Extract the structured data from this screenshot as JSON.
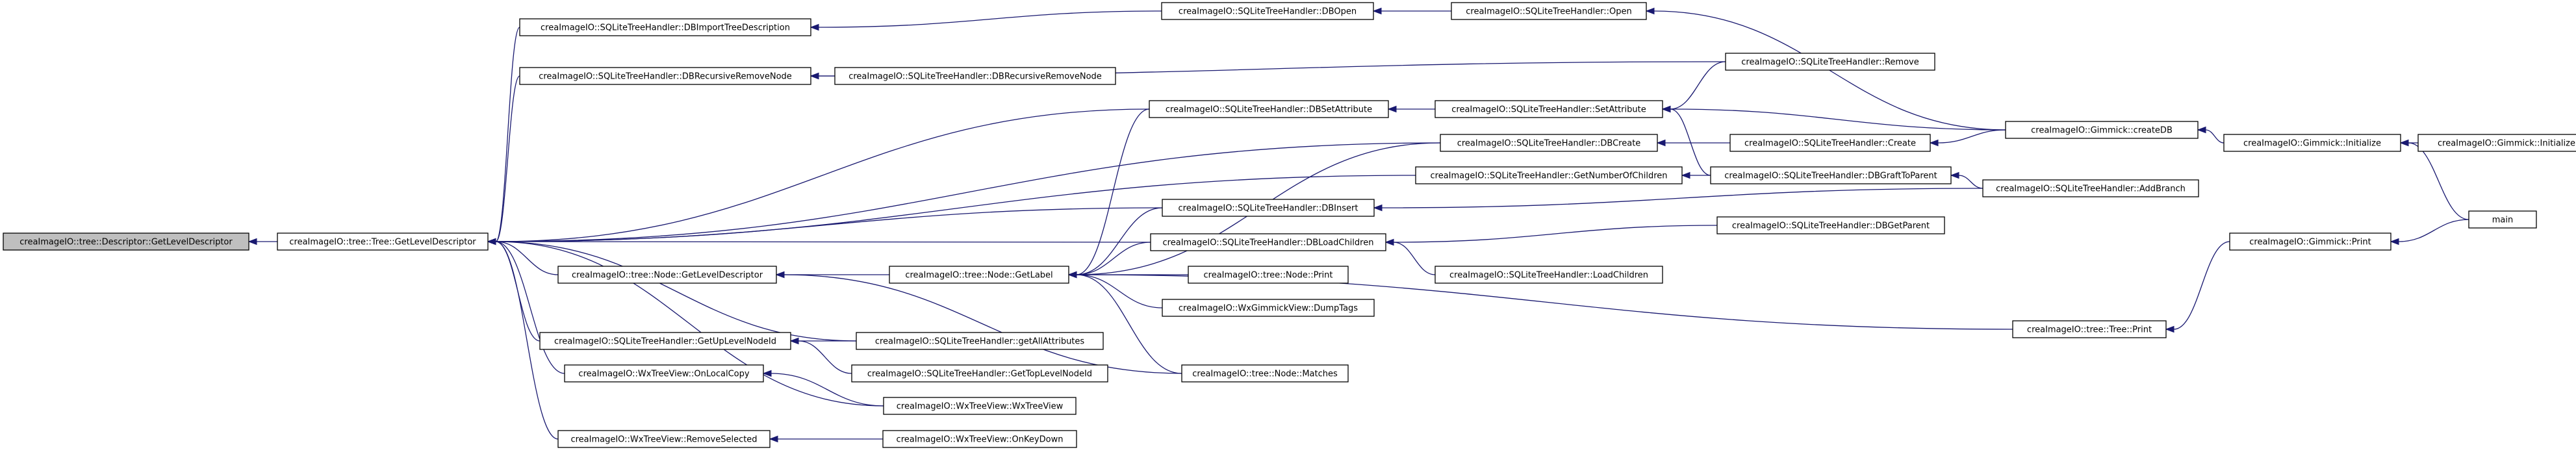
{
  "graph": {
    "colors": {
      "edge": "#191970",
      "node_border": "#000000",
      "root_fill": "#bfbfbf",
      "node_fill": "#ffffff"
    },
    "nodes": [
      {
        "id": "n0",
        "label": "creaImageIO::tree::Descriptor::GetLevelDescriptor",
        "root": true
      },
      {
        "id": "n1",
        "label": "creaImageIO::tree::Tree::GetLevelDescriptor"
      },
      {
        "id": "n2",
        "label": "creaImageIO::SQLiteTreeHandler::DBImportTreeDescription"
      },
      {
        "id": "n3",
        "label": "creaImageIO::SQLiteTreeHandler::DBRecursiveRemoveNode"
      },
      {
        "id": "n4",
        "label": "creaImageIO::SQLiteTreeHandler::DBRecursiveRemoveNode"
      },
      {
        "id": "n5",
        "label": "creaImageIO::SQLiteTreeHandler::DBOpen"
      },
      {
        "id": "n6",
        "label": "creaImageIO::SQLiteTreeHandler::Open"
      },
      {
        "id": "n7",
        "label": "creaImageIO::SQLiteTreeHandler::Remove"
      },
      {
        "id": "n8",
        "label": "creaImageIO::SQLiteTreeHandler::DBSetAttribute"
      },
      {
        "id": "n9",
        "label": "creaImageIO::SQLiteTreeHandler::SetAttribute"
      },
      {
        "id": "n10",
        "label": "creaImageIO::Gimmick::createDB"
      },
      {
        "id": "n11",
        "label": "creaImageIO::Gimmick::Initialize"
      },
      {
        "id": "n12",
        "label": "creaImageIO::Gimmick::Initialize"
      },
      {
        "id": "n13",
        "label": "creaImageIO::SQLiteTreeHandler::DBCreate"
      },
      {
        "id": "n14",
        "label": "creaImageIO::SQLiteTreeHandler::Create"
      },
      {
        "id": "n15",
        "label": "creaImageIO::SQLiteTreeHandler::GetNumberOfChildren"
      },
      {
        "id": "n16",
        "label": "creaImageIO::SQLiteTreeHandler::DBGraftToParent"
      },
      {
        "id": "n17",
        "label": "creaImageIO::SQLiteTreeHandler::DBInsert"
      },
      {
        "id": "n18",
        "label": "creaImageIO::SQLiteTreeHandler::AddBranch"
      },
      {
        "id": "n19",
        "label": "main"
      },
      {
        "id": "n20",
        "label": "creaImageIO::SQLiteTreeHandler::DBLoadChildren"
      },
      {
        "id": "n21",
        "label": "creaImageIO::SQLiteTreeHandler::DBGetParent"
      },
      {
        "id": "n22",
        "label": "creaImageIO::Gimmick::Print"
      },
      {
        "id": "n23",
        "label": "creaImageIO::tree::Node::GetLevelDescriptor"
      },
      {
        "id": "n24",
        "label": "creaImageIO::tree::Node::GetLabel"
      },
      {
        "id": "n25",
        "label": "creaImageIO::tree::Node::Print"
      },
      {
        "id": "n26",
        "label": "creaImageIO::SQLiteTreeHandler::LoadChildren"
      },
      {
        "id": "n27",
        "label": "creaImageIO::WxGimmickView::DumpTags"
      },
      {
        "id": "n28",
        "label": "creaImageIO::tree::Tree::Print"
      },
      {
        "id": "n29",
        "label": "creaImageIO::SQLiteTreeHandler::GetUpLevelNodeId"
      },
      {
        "id": "n30",
        "label": "creaImageIO::SQLiteTreeHandler::getAllAttributes"
      },
      {
        "id": "n31",
        "label": "creaImageIO::tree::Node::Matches"
      },
      {
        "id": "n32",
        "label": "creaImageIO::WxTreeView::OnLocalCopy"
      },
      {
        "id": "n33",
        "label": "creaImageIO::SQLiteTreeHandler::GetTopLevelNodeId"
      },
      {
        "id": "n34",
        "label": "creaImageIO::WxTreeView::WxTreeView"
      },
      {
        "id": "n35",
        "label": "creaImageIO::WxTreeView::RemoveSelected"
      },
      {
        "id": "n36",
        "label": "creaImageIO::WxTreeView::OnKeyDown"
      }
    ],
    "edges": [
      [
        "n1",
        "n0"
      ],
      [
        "n2",
        "n1"
      ],
      [
        "n3",
        "n1"
      ],
      [
        "n8",
        "n1"
      ],
      [
        "n13",
        "n1"
      ],
      [
        "n15",
        "n1"
      ],
      [
        "n17",
        "n1"
      ],
      [
        "n20",
        "n1"
      ],
      [
        "n23",
        "n1"
      ],
      [
        "n29",
        "n1"
      ],
      [
        "n30",
        "n1"
      ],
      [
        "n32",
        "n1"
      ],
      [
        "n34",
        "n1"
      ],
      [
        "n35",
        "n1"
      ],
      [
        "n5",
        "n2"
      ],
      [
        "n6",
        "n5"
      ],
      [
        "n10",
        "n6"
      ],
      [
        "n4",
        "n3"
      ],
      [
        "n7",
        "n3"
      ],
      [
        "n9",
        "n8"
      ],
      [
        "n7",
        "n9"
      ],
      [
        "n10",
        "n9"
      ],
      [
        "n16",
        "n9"
      ],
      [
        "n11",
        "n10"
      ],
      [
        "n12",
        "n11"
      ],
      [
        "n19",
        "n11"
      ],
      [
        "n14",
        "n13"
      ],
      [
        "n10",
        "n14"
      ],
      [
        "n16",
        "n15"
      ],
      [
        "n18",
        "n16"
      ],
      [
        "n18",
        "n17"
      ],
      [
        "n21",
        "n20"
      ],
      [
        "n26",
        "n20"
      ],
      [
        "n24",
        "n23"
      ],
      [
        "n31",
        "n23"
      ],
      [
        "n8",
        "n24"
      ],
      [
        "n13",
        "n24"
      ],
      [
        "n17",
        "n24"
      ],
      [
        "n20",
        "n24"
      ],
      [
        "n25",
        "n24"
      ],
      [
        "n27",
        "n24"
      ],
      [
        "n28",
        "n24"
      ],
      [
        "n31",
        "n24"
      ],
      [
        "n22",
        "n28"
      ],
      [
        "n19",
        "n22"
      ],
      [
        "n30",
        "n29"
      ],
      [
        "n33",
        "n29"
      ],
      [
        "n34",
        "n32"
      ],
      [
        "n36",
        "n35"
      ]
    ]
  }
}
